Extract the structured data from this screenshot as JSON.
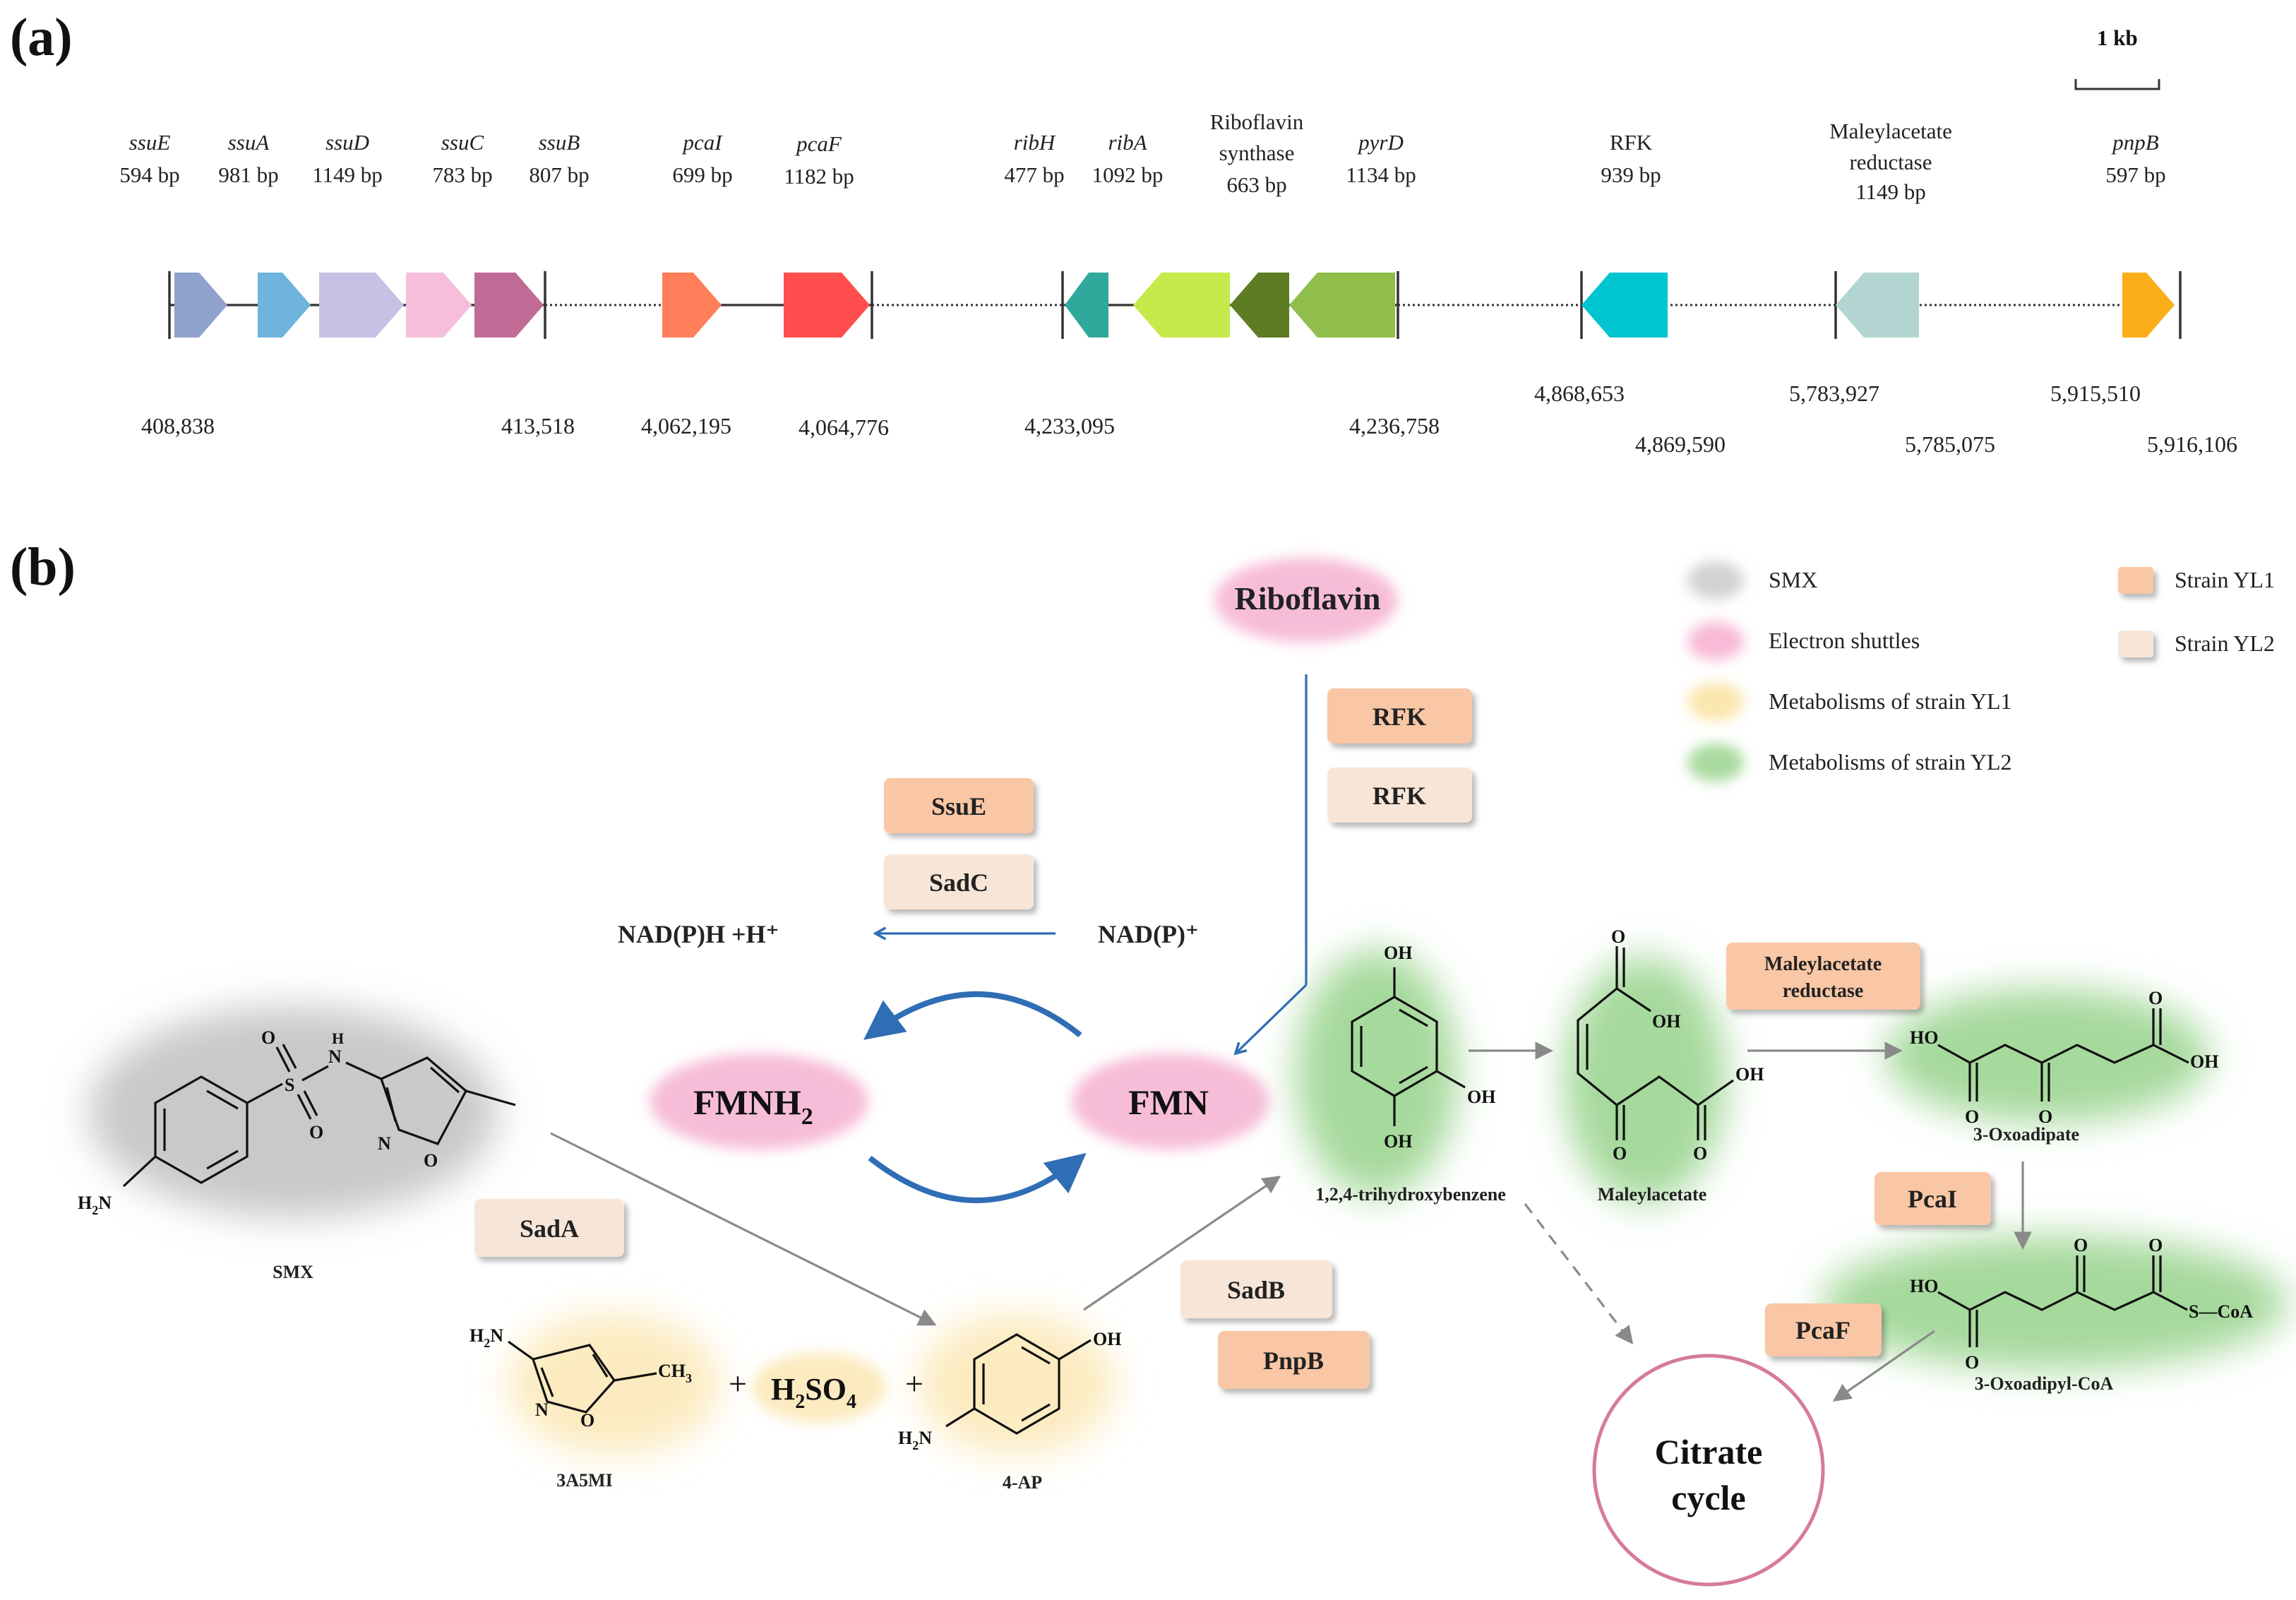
{
  "panels": {
    "a": "(a)",
    "b": "(b)"
  },
  "scale_bar": {
    "label": "1 kb"
  },
  "genes": [
    {
      "name": "ssuE",
      "size": "594 bp",
      "color": "#8FA2CB"
    },
    {
      "name": "ssuA",
      "size": "981 bp",
      "color": "#6EB4DD"
    },
    {
      "name": "ssuD",
      "size": "1149 bp",
      "color": "#C5C2E4"
    },
    {
      "name": "ssuC",
      "size": "783 bp",
      "color": "#F6BEDB"
    },
    {
      "name": "ssuB",
      "size": "807 bp",
      "color": "#C06A96"
    },
    {
      "name": "pcaI",
      "size": "699 bp",
      "color": "#FF7F5B"
    },
    {
      "name": "pcaF",
      "size": "1182 bp",
      "color": "#FF4E4E"
    },
    {
      "name": "ribH",
      "size": "477 bp",
      "color": "#2FA99B"
    },
    {
      "name": "ribA",
      "size": "1092 bp",
      "color": "#C6EA4C"
    },
    {
      "name": "Riboflavin synthase",
      "name_lines": [
        "Riboflavin",
        "synthase"
      ],
      "size": "663 bp",
      "color": "#5E7C23"
    },
    {
      "name": "pyrD",
      "size": "1134 bp",
      "color": "#8FBE4C"
    },
    {
      "name": "RFK",
      "size": "939 bp",
      "color": "#00C4CF"
    },
    {
      "name": "Maleylacetate reductase",
      "name_lines": [
        "Maleylacetate",
        "reductase"
      ],
      "size": "1149 bp",
      "color": "#B3D5D2"
    },
    {
      "name": "pnpB",
      "size": "597 bp",
      "color": "#FBAE1A"
    }
  ],
  "coordinates": [
    "408,838",
    "413,518",
    "4,062,195",
    "4,064,776",
    "4,233,095",
    "4,236,758",
    "4,868,653",
    "4,869,590",
    "5,783,927",
    "5,785,075",
    "5,915,510",
    "5,916,106"
  ],
  "compounds": {
    "riboflavin": "Riboflavin",
    "fmn": "FMN",
    "fmnh2_main": "FMNH",
    "fmnh2_sub": "2",
    "nadph": "NAD(P)H +H⁺",
    "nadp": "NAD(P)⁺",
    "smx": "SMX",
    "a3a5mi": "3A5MI",
    "ap4": "4-AP",
    "h2so4_main": [
      "H",
      "SO"
    ],
    "h2so4_subs": [
      "2",
      "4"
    ],
    "plus": "+",
    "thb": "1,2,4-trihydroxybenzene",
    "maleylacetate": "Maleylacetate",
    "oxoadipate": "3-Oxoadipate",
    "oxoadipyl_coa": "3-Oxoadipyl-CoA",
    "citrate": [
      "Citrate",
      "cycle"
    ]
  },
  "atoms": {
    "O": "O",
    "S": "S",
    "N": "N",
    "H": "H",
    "OH": "OH",
    "HO": "HO",
    "NH2_main": "H",
    "NH2_sub": "2",
    "NH2_N": "N",
    "CH3_main": "CH",
    "CH3_sub": "3",
    "S_CoA": "S—CoA"
  },
  "enzymes": {
    "rfk_yl1": "RFK",
    "rfk_yl2": "RFK",
    "ssue": "SsuE",
    "sadc": "SadC",
    "sada": "SadA",
    "sadb": "SadB",
    "pnpb": "PnpB",
    "mal_red": [
      "Maleylacetate",
      "reductase"
    ],
    "pcai": "PcaI",
    "pcaf": "PcaF"
  },
  "legend": {
    "smx": "SMX",
    "shuttles": "Electron  shuttles",
    "yl1_met": "Metabolisms  of strain  YL1",
    "yl2_met": "Metabolisms  of strain  YL2",
    "strain_yl1": "Strain YL1",
    "strain_yl2": "Strain YL2"
  },
  "colors": {
    "strain_yl1": "#F9C7A5",
    "strain_yl2": "#F7E6D8",
    "arrow_blue": "#2F6DB5",
    "arrow_grey": "#8A8A8A",
    "citrate_ring": "#D67A9E"
  }
}
